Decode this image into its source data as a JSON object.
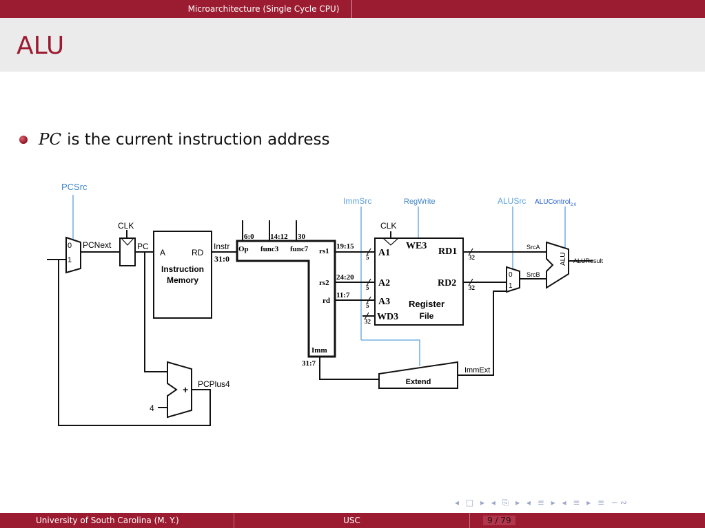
{
  "header": {
    "section": "Microarchitecture (Single Cycle CPU)"
  },
  "slide": {
    "title": "ALU",
    "bullet": {
      "math": "PC",
      "text": "is the current instruction address"
    }
  },
  "diagram": {
    "control_signals": {
      "pcsrc": "PCSrc",
      "immsrc": "ImmSrc",
      "regwrite": "RegWrite",
      "alusrc": "ALUSrc",
      "alucontrol": "ALUControl",
      "alucontrol_sub": "2:0"
    },
    "clk": "CLK",
    "pc_mux": {
      "in0": "0",
      "in1": "1"
    },
    "pcnext": "PCNext",
    "pc": "PC",
    "instr_mem": {
      "a": "A",
      "rd": "RD",
      "name1": "Instruction",
      "name2": "Memory"
    },
    "instr": "Instr",
    "bus_31_0": "31:0",
    "fields": {
      "b6_0": "6:0",
      "b14_12": "14:12",
      "b30": "30",
      "op": "Op",
      "func3": "func3",
      "func7": "func7",
      "rs1": "rs1",
      "rs2": "rs2",
      "rd": "rd",
      "imm": "Imm",
      "b31_7": "31:7"
    },
    "ranges": {
      "r19_15": "19:15",
      "r24_20": "24:20",
      "r11_7": "11:7"
    },
    "widths": {
      "w5": "5",
      "w32": "32"
    },
    "regfile": {
      "we3": "WE3",
      "a1": "A1",
      "a2": "A2",
      "a3": "A3",
      "wd3": "WD3",
      "rd1": "RD1",
      "rd2": "RD2",
      "name1": "Register",
      "name2": "File"
    },
    "srca": "SrcA",
    "srcb": "SrcB",
    "src_mux": {
      "in0": "0",
      "in1": "1"
    },
    "alu": "ALU",
    "aluresult": "ALUResult",
    "immext": "ImmExt",
    "extend": "Extend",
    "pcplus4": "PCPlus4",
    "plus": "+",
    "four": "4"
  },
  "nav_symbols": "◂ □ ▸ ◂ ⎘ ▸ ◂ ≡ ▸ ◂ ≡ ▸  ≡  ∽∾",
  "footer": {
    "left": "University of South Carolina  (M. Y.)",
    "center": "USC",
    "page": "9 / 79"
  },
  "colors": {
    "brand": "#9b1c31",
    "control": "#5aa0d8",
    "control_dark": "#1f5bd0"
  }
}
